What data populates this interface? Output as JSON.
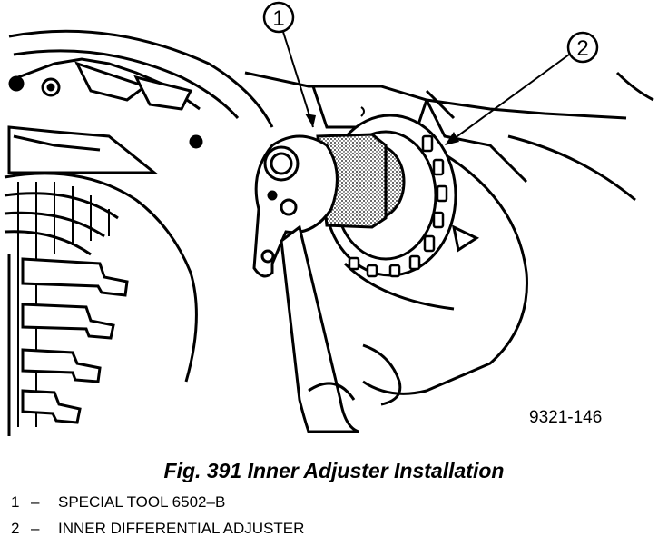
{
  "figure": {
    "callouts": [
      "1",
      "2"
    ],
    "figure_code": "9321-146"
  },
  "caption": "Fig. 391 Inner Adjuster Installation",
  "legend": [
    {
      "number": "1",
      "dash": "–",
      "text": "SPECIAL TOOL 6502–B"
    },
    {
      "number": "2",
      "dash": "–",
      "text": "INNER DIFFERENTIAL ADJUSTER"
    }
  ]
}
